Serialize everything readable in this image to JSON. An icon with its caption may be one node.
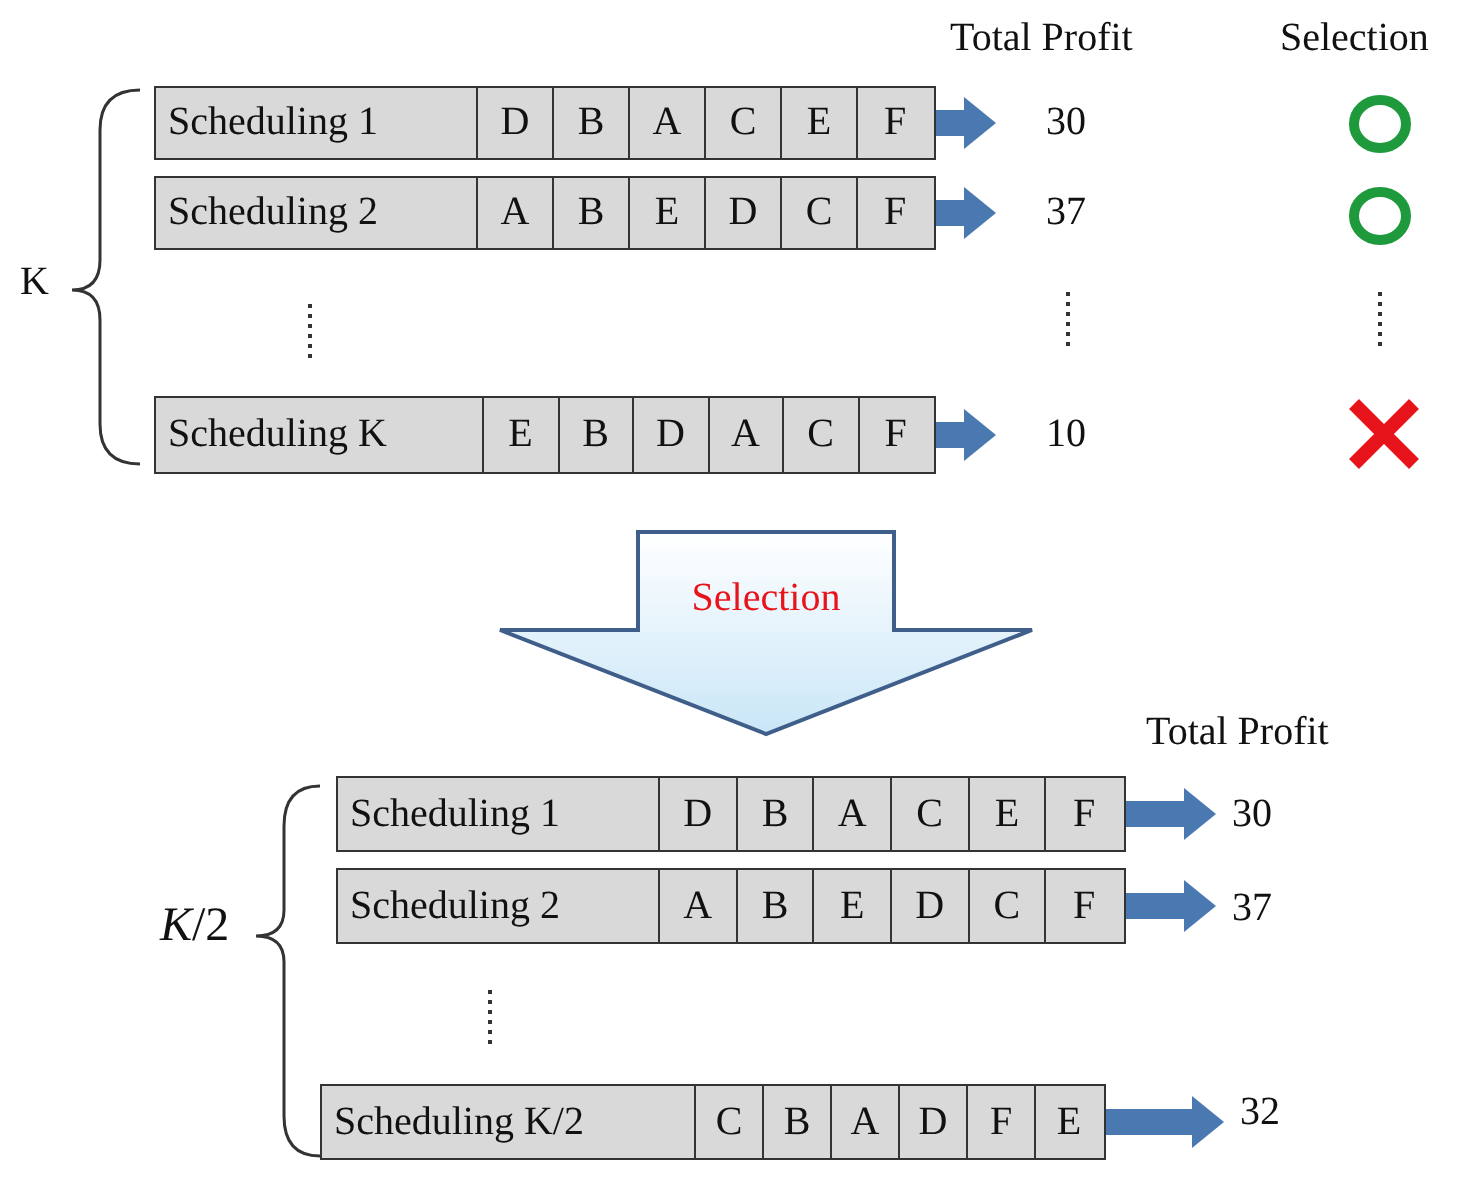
{
  "diagram": {
    "nodes": [
      {
        "text": [
          "Scheduling 1",
          "D",
          "B",
          "A",
          "C",
          "E",
          "F"
        ]
      },
      {
        "text": [
          "30"
        ]
      },
      {
        "text": [
          "Scheduling 2",
          "A",
          "B",
          "E",
          "D",
          "C",
          "F"
        ]
      },
      {
        "text": [
          "37"
        ]
      },
      {
        "text": [
          "Scheduling K",
          "E",
          "B",
          "D",
          "A",
          "C",
          "F"
        ]
      },
      {
        "text": [
          "10"
        ]
      },
      {
        "text": [
          "Scheduling 1",
          "D",
          "B",
          "A",
          "C",
          "E",
          "F"
        ]
      },
      {
        "text": [
          "30"
        ]
      },
      {
        "text": [
          "Scheduling 2",
          "A",
          "B",
          "E",
          "D",
          "C",
          "F"
        ]
      },
      {
        "text": [
          "37"
        ]
      },
      {
        "text": [
          "Scheduling K/2",
          "C",
          "B",
          "A",
          "D",
          "F",
          "E"
        ]
      },
      {
        "text": [
          "32"
        ]
      }
    ],
    "edges": [
      {
        "from": 0,
        "to": 1,
        "arrow": "to"
      },
      {
        "from": 2,
        "to": 3,
        "arrow": "to"
      },
      {
        "from": 4,
        "to": 5,
        "arrow": "to"
      },
      {
        "from": 4,
        "to": 6,
        "arrow": "to",
        "label": "Selection"
      },
      {
        "from": 6,
        "to": 7,
        "arrow": "to"
      },
      {
        "from": 8,
        "to": 9,
        "arrow": "to"
      },
      {
        "from": 10,
        "to": 11,
        "arrow": "to"
      }
    ],
    "labels": [
      "Total Profit",
      "Selection",
      "K",
      "*K*/2",
      "Total Profit"
    ]
  }
}
